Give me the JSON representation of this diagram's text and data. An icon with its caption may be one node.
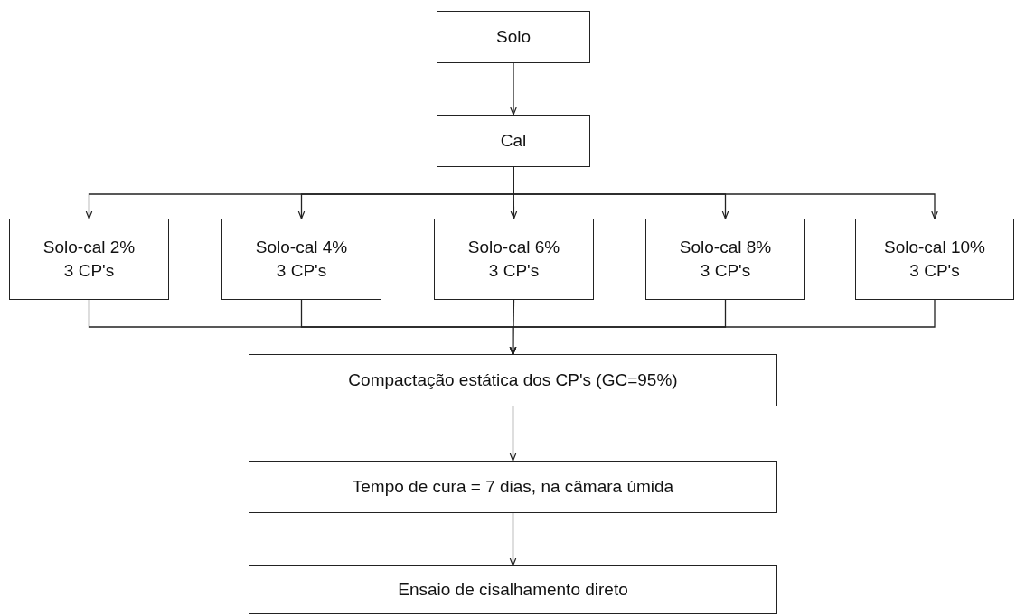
{
  "diagram": {
    "nodes": [
      {
        "text": [
          "Solo"
        ]
      },
      {
        "text": [
          "Cal"
        ]
      },
      {
        "text": [
          "Solo-cal 2%",
          "3 CP's"
        ]
      },
      {
        "text": [
          "Solo-cal 4%",
          "3 CP's"
        ]
      },
      {
        "text": [
          "Solo-cal 6%",
          "3 CP's"
        ]
      },
      {
        "text": [
          "Solo-cal 8%",
          "3 CP's"
        ]
      },
      {
        "text": [
          "Solo-cal 10%",
          "3 CP's"
        ]
      },
      {
        "text": [
          "Compactação estática dos CP's (GC=95%)"
        ]
      },
      {
        "text": [
          "Tempo de cura = 7 dias, na câmara úmida"
        ]
      },
      {
        "text": [
          "Ensaio de cisalhamento direto"
        ]
      }
    ],
    "edges": [
      {
        "from": 0,
        "to": 1,
        "arrow": "to"
      },
      {
        "from": 1,
        "to": 2,
        "arrow": "to"
      },
      {
        "from": 1,
        "to": 3,
        "arrow": "to"
      },
      {
        "from": 1,
        "to": 4,
        "arrow": "to"
      },
      {
        "from": 1,
        "to": 5,
        "arrow": "to"
      },
      {
        "from": 1,
        "to": 6,
        "arrow": "to"
      },
      {
        "from": 2,
        "to": 7,
        "arrow": "to"
      },
      {
        "from": 3,
        "to": 7,
        "arrow": "to"
      },
      {
        "from": 4,
        "to": 7,
        "arrow": "to"
      },
      {
        "from": 5,
        "to": 7,
        "arrow": "to"
      },
      {
        "from": 6,
        "to": 7,
        "arrow": "to"
      },
      {
        "from": 7,
        "to": 8,
        "arrow": "to"
      },
      {
        "from": 8,
        "to": 9,
        "arrow": "to"
      }
    ]
  }
}
